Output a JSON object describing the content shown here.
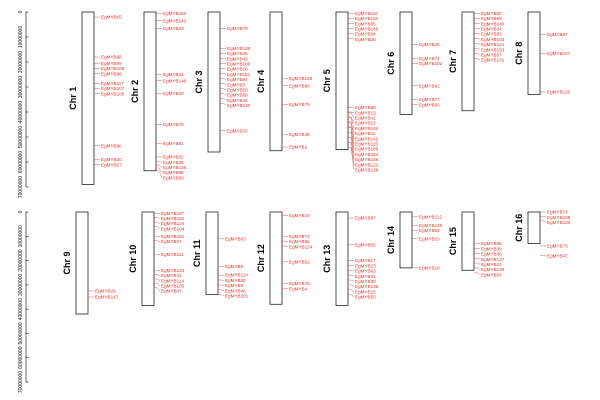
{
  "colors": {
    "gene_label": "#e8312a",
    "chromosome_outline": "#222222",
    "axis": "#000000"
  },
  "scale": {
    "unit": "bp",
    "ticks": [
      "0",
      "10000000",
      "20000000",
      "30000000",
      "40000000",
      "50000000",
      "60000000",
      "70000000"
    ]
  },
  "chromosomes": [
    {
      "name": "Chr 1",
      "length": 69000000,
      "genes": [
        {
          "id": "EgMYB65",
          "pos": 2000000
        },
        {
          "id": "EgMYB98",
          "pos": 18000000
        },
        {
          "id": "EgMYB99",
          "pos": 20500000
        },
        {
          "id": "EgMYB108",
          "pos": 22500000
        },
        {
          "id": "EgMYB88",
          "pos": 24500000
        },
        {
          "id": "EgMYB117",
          "pos": 28500000
        },
        {
          "id": "EgMYB107",
          "pos": 30500000
        },
        {
          "id": "EgMYB106",
          "pos": 32500000
        },
        {
          "id": "EgMYB80",
          "pos": 53500000
        },
        {
          "id": "EgMYB20",
          "pos": 59000000
        },
        {
          "id": "EgMYB57",
          "pos": 61000000
        }
      ]
    },
    {
      "name": "Chr 2",
      "length": 63500000,
      "genes": [
        {
          "id": "EgMYB150",
          "pos": 500000
        },
        {
          "id": "EgMYB143",
          "pos": 3500000
        },
        {
          "id": "EgMYB43",
          "pos": 6500000
        },
        {
          "id": "EgMYB31",
          "pos": 25000000
        },
        {
          "id": "EgMYB149",
          "pos": 27500000
        },
        {
          "id": "EgMYB40",
          "pos": 32500000
        },
        {
          "id": "EgMYB78",
          "pos": 45000000
        },
        {
          "id": "EgMYB81",
          "pos": 52500000
        },
        {
          "id": "EgMYB32",
          "pos": 58000000
        },
        {
          "id": "EgMYB35",
          "pos": 59800000
        },
        {
          "id": "EgMYB138",
          "pos": 61200000
        },
        {
          "id": "EgMYB86",
          "pos": 62400000
        },
        {
          "id": "EgMYB59",
          "pos": 63500000
        }
      ]
    },
    {
      "name": "Chr 3",
      "length": 56000000,
      "genes": [
        {
          "id": "EgMYB70",
          "pos": 6500000
        },
        {
          "id": "EgMYB136",
          "pos": 14500000
        },
        {
          "id": "EgMYB45",
          "pos": 16500000
        },
        {
          "id": "EgMYB49",
          "pos": 18500000
        },
        {
          "id": "EgMYB100",
          "pos": 20500000
        },
        {
          "id": "EgMYB10",
          "pos": 22500000
        },
        {
          "id": "EgMYB151",
          "pos": 24500000
        },
        {
          "id": "EgMYB94",
          "pos": 26500000
        },
        {
          "id": "EgMYB3",
          "pos": 28500000
        },
        {
          "id": "EgMYB60",
          "pos": 30500000
        },
        {
          "id": "EgMYB68",
          "pos": 32500000
        },
        {
          "id": "EgMYB44",
          "pos": 34500000
        },
        {
          "id": "EgMYB130",
          "pos": 36500000
        },
        {
          "id": "EgMYB33",
          "pos": 47500000
        }
      ]
    },
    {
      "name": "Chr 4",
      "length": 55500000,
      "genes": [
        {
          "id": "EgMYB129",
          "pos": 26500000
        },
        {
          "id": "EgMYB90",
          "pos": 29500000
        },
        {
          "id": "EgMYB79",
          "pos": 37000000
        },
        {
          "id": "EgMYB48",
          "pos": 49000000
        },
        {
          "id": "EgMYB2",
          "pos": 54000000
        }
      ]
    },
    {
      "name": "Chr 5",
      "length": 55000000,
      "genes": [
        {
          "id": "EgMYB110",
          "pos": 500000
        },
        {
          "id": "EgMYB116",
          "pos": 2500000
        },
        {
          "id": "EgMYB65",
          "pos": 4500000
        },
        {
          "id": "EgMYB145",
          "pos": 6500000
        },
        {
          "id": "EgMYB64",
          "pos": 8500000
        },
        {
          "id": "EgMYB28",
          "pos": 10500000
        },
        {
          "id": "EgMYB13",
          "pos": 40000000
        },
        {
          "id": "EgMYB12",
          "pos": 42000000
        },
        {
          "id": "EgMYB11",
          "pos": 44000000
        },
        {
          "id": "EgMYB115",
          "pos": 46000000
        },
        {
          "id": "EgMYB89",
          "pos": 38200000
        },
        {
          "id": "EgMYB41",
          "pos": 40200000
        },
        {
          "id": "EgMYB144",
          "pos": 42200000
        },
        {
          "id": "EgMYB142",
          "pos": 44200000
        },
        {
          "id": "EgMYB109",
          "pos": 46200000
        },
        {
          "id": "EgMYB154",
          "pos": 48200000
        },
        {
          "id": "EgMYB155",
          "pos": 50200000
        },
        {
          "id": "EgMYB121",
          "pos": 52200000
        },
        {
          "id": "EgMYB139",
          "pos": 54200000
        }
      ]
    },
    {
      "name": "Chr 6",
      "length": 41000000,
      "genes": [
        {
          "id": "EgMYB25",
          "pos": 13000000
        },
        {
          "id": "EgMYB74",
          "pos": 18500000
        },
        {
          "id": "EgMYB102",
          "pos": 20500000
        },
        {
          "id": "EgMYB62",
          "pos": 29500000
        },
        {
          "id": "EgMYB77",
          "pos": 35000000
        },
        {
          "id": "EgMYB56",
          "pos": 37000000
        }
      ]
    },
    {
      "name": "Chr 7",
      "length": 39500000,
      "genes": [
        {
          "id": "EgMYB82",
          "pos": 500000
        },
        {
          "id": "EgMYB69",
          "pos": 2500000
        },
        {
          "id": "EgMYB140",
          "pos": 4500000
        },
        {
          "id": "EgMYB34",
          "pos": 6500000
        },
        {
          "id": "EgMYB95",
          "pos": 8500000
        },
        {
          "id": "EgMYB103",
          "pos": 10500000
        },
        {
          "id": "EgMYB114",
          "pos": 12500000
        },
        {
          "id": "EgMYB153",
          "pos": 14500000
        },
        {
          "id": "EgMYB57",
          "pos": 16500000
        },
        {
          "id": "EgMYB131",
          "pos": 18500000
        }
      ]
    },
    {
      "name": "Chr 8",
      "length": 33000000,
      "genes": [
        {
          "id": "EgMYB67",
          "pos": 9000000
        },
        {
          "id": "EgMYB127",
          "pos": 16500000
        },
        {
          "id": "EgMYB120",
          "pos": 32000000
        }
      ]
    },
    {
      "name": "Chr 9",
      "length": 42000000,
      "genes": [
        {
          "id": "EgMYB29",
          "pos": 32500000
        },
        {
          "id": "EgMYB147",
          "pos": 35000000
        }
      ]
    },
    {
      "name": "Chr 10",
      "length": 38500000,
      "genes": [
        {
          "id": "EgMYB157",
          "pos": 500000
        },
        {
          "id": "EgMYB118",
          "pos": 2300000
        },
        {
          "id": "EgMYB124",
          "pos": 4100000
        },
        {
          "id": "EgMYB104",
          "pos": 5900000
        },
        {
          "id": "EgMYB152",
          "pos": 10000000
        },
        {
          "id": "EgMYB27",
          "pos": 11800000
        },
        {
          "id": "EgMYB111",
          "pos": 17500000
        },
        {
          "id": "EgMYB123",
          "pos": 24000000
        },
        {
          "id": "EgMYB42",
          "pos": 25800000
        },
        {
          "id": "EgMYB114",
          "pos": 27600000
        },
        {
          "id": "EgMYB105",
          "pos": 29400000
        },
        {
          "id": "EgMYB47",
          "pos": 31200000
        }
      ]
    },
    {
      "name": "Chr 11",
      "length": 34000000,
      "genes": [
        {
          "id": "EgMYB93",
          "pos": 11000000
        },
        {
          "id": "EgMYB5",
          "pos": 22500000
        },
        {
          "id": "EgMYB119",
          "pos": 26000000
        },
        {
          "id": "EgMYB38",
          "pos": 28000000
        },
        {
          "id": "EgMYB6",
          "pos": 30000000
        },
        {
          "id": "EgMYB46",
          "pos": 32000000
        },
        {
          "id": "EgMYB101",
          "pos": 34000000
        }
      ]
    },
    {
      "name": "Chr 12",
      "length": 38000000,
      "genes": [
        {
          "id": "EgMYB19",
          "pos": 1500000
        },
        {
          "id": "EgMYB73",
          "pos": 10000000
        },
        {
          "id": "EgMYB56",
          "pos": 12000000
        },
        {
          "id": "EgMYB124",
          "pos": 14000000
        },
        {
          "id": "EgMYB52",
          "pos": 20500000
        },
        {
          "id": "EgMYB76",
          "pos": 29500000
        },
        {
          "id": "EgMYB4",
          "pos": 31500000
        }
      ]
    },
    {
      "name": "Chr 13",
      "length": 38500000,
      "genes": [
        {
          "id": "EgMYB87",
          "pos": 2500000
        },
        {
          "id": "EgMYB55",
          "pos": 13500000
        },
        {
          "id": "EgMYB17",
          "pos": 20000000
        },
        {
          "id": "EgMYB23",
          "pos": 22000000
        },
        {
          "id": "EgMYB63",
          "pos": 24000000
        },
        {
          "id": "EgMYB21",
          "pos": 26000000
        },
        {
          "id": "EgMYB30",
          "pos": 28000000
        },
        {
          "id": "EgMYB135",
          "pos": 30000000
        },
        {
          "id": "EgMYB15",
          "pos": 32000000
        },
        {
          "id": "EgMYB50",
          "pos": 34000000
        }
      ]
    },
    {
      "name": "Chr 14",
      "length": 23000000,
      "genes": [
        {
          "id": "EgMYB112",
          "pos": 2000000
        },
        {
          "id": "EgMYB146",
          "pos": 5500000
        },
        {
          "id": "EgMYB84",
          "pos": 7500000
        },
        {
          "id": "EgMYB53",
          "pos": 11000000
        },
        {
          "id": "EgMYB18",
          "pos": 23000000
        }
      ]
    },
    {
      "name": "Chr 15",
      "length": 24000000,
      "genes": [
        {
          "id": "EgMYB66",
          "pos": 13000000
        },
        {
          "id": "EgMYB39",
          "pos": 15000000
        },
        {
          "id": "EgMYB36",
          "pos": 17000000
        },
        {
          "id": "EgMYB137",
          "pos": 19000000
        },
        {
          "id": "EgMYB24",
          "pos": 21000000
        },
        {
          "id": "EgMYB128",
          "pos": 23000000
        },
        {
          "id": "EgMYB54",
          "pos": 25000000
        }
      ]
    },
    {
      "name": "Chr 16",
      "length": 13000000,
      "genes": [
        {
          "id": "EgMYB74",
          "pos": 0
        },
        {
          "id": "EgMYB109",
          "pos": 1800000
        },
        {
          "id": "EgMYB133",
          "pos": 3600000
        },
        {
          "id": "EgMYB73",
          "pos": 14000000
        },
        {
          "id": "EgMYB47",
          "pos": 18000000
        }
      ]
    }
  ]
}
